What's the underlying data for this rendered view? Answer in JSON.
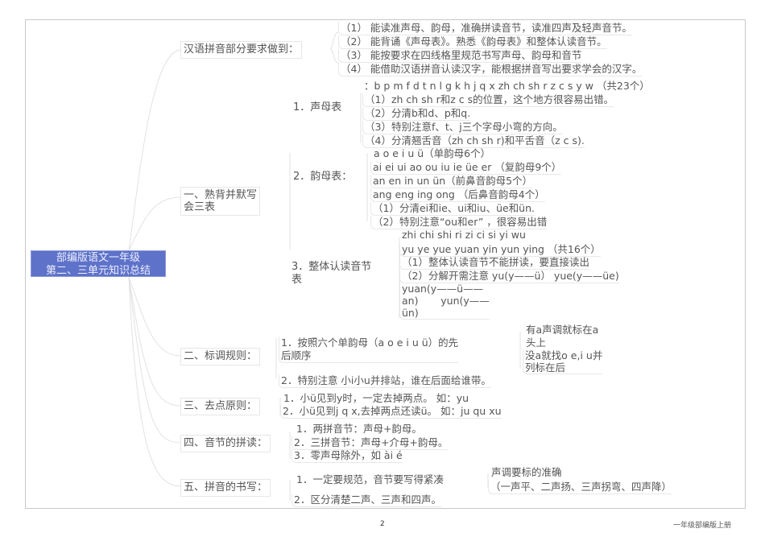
{
  "root": {
    "line1": "部编版语文一年级",
    "line2": "第二、三单元知识总结",
    "color": "#5e72c9"
  },
  "branches": {
    "intro": {
      "label": "汉语拼音部分要求做到：",
      "items": [
        "（1） 能读准声母、韵母，准确拼读音节，读准四声及轻声音节。",
        "（2） 能背诵《声母表》。熟悉《韵母表》和整体认读音节。",
        "（3） 能按要求在四线格里规范书写声母、韵母和音节",
        "（4） 能借助汉语拼音认读汉字，能根据拼音写出要求学会的汉字。"
      ]
    },
    "one": {
      "label_line1": "一、熟背并默写",
      "label_line2": "会三表",
      "sub1": {
        "label": "1．声母表",
        "items": [
          "：b p m f d t n l g k h j q x zh ch sh r z c s y w （共23个）",
          "（1）zh ch sh r和z c s的位置，这个地方很容易出错。",
          "（2）分清b和d、p和q.",
          "（3）特别注意f、t、j三个字母小弯的方向。",
          "（4）分清翘舌音（zh ch sh r)和平舌音（z c s)."
        ]
      },
      "sub2": {
        "label": "2．韵母表：",
        "items": [
          "a o e i u ü（单韵母6个）",
          "ai ei ui  ao ou iu  ie üe er （复韵母9个）",
          "an en in un ün（前鼻音韵母5个）",
          "ang eng ing ong （后鼻音韵母4个）",
          "（1）分清ei和ie、ui和iu、üe和ün.",
          "（2）特别注意“ou和er” ，很容易出错"
        ]
      },
      "sub3": {
        "label_line1": "3．整体认读音节",
        "label_line2": "表",
        "items": [
          "zhi  chi  shi  ri  zi  ci  si  yi  wu",
          "yu  ye  yue yuan  yin  yun  ying   （共16个）",
          "（1）整体认读音节不能拼读，要直接读出",
          "（2）分解开需注意   yu(y——ü）      yue(y——üe)"
        ],
        "extra_lines": [
          "yuan(y——ü——",
          "an)       yun(y——",
          "ün)"
        ]
      }
    },
    "two": {
      "label": "二、标调规则：",
      "item1_line1": "1．按照六个单韵母（a o e i u ü）的先",
      "item1_line2": "后顺序",
      "note1_line1": "有a声调就标在a",
      "note1_line2": "头上",
      "note2_line1": "没a就找o e,i  u并",
      "note2_line2": "列标在后",
      "item2": "2．特别注意  小i小u并排站，谁在后面给谁带。"
    },
    "three": {
      "label": "三、去点原则：",
      "items": [
        "1．小ü见到y时，一定去掉两点。   如：yu",
        "2．小ü见到j q x,去掉两点还读ü。   如：ju qu xu"
      ]
    },
    "four": {
      "label": "四、音节的拼读：",
      "items": [
        "1．两拼音节：声母+韵母。",
        "2．三拼音节：声母+介母+韵母。",
        "3．零声母除外，如 ài  é"
      ]
    },
    "five": {
      "label": "五、拼音的书写：",
      "item1": "1．一定要规范，音节要写得紧凑",
      "item1_note1": "声调要标的准确",
      "item1_note2": "（一声平、二声扬、三声拐弯、四声降）",
      "item2": "2．区分清楚二声、三声和四声。"
    }
  },
  "footer": {
    "page_number": "2",
    "doc_title": "一年级部编版上册"
  }
}
